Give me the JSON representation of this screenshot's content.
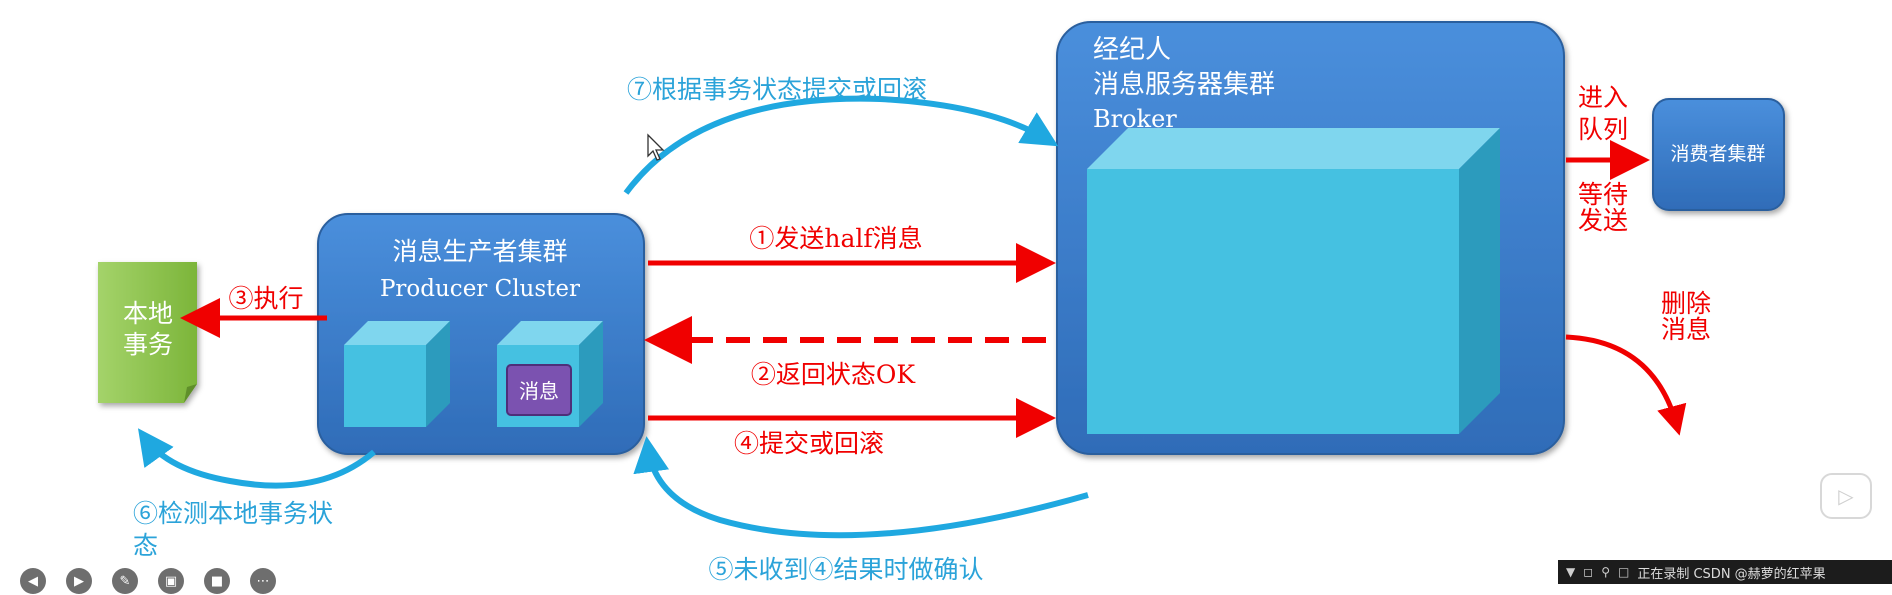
{
  "colors": {
    "red": "#f00000",
    "blue_arrow": "#1fa8e0",
    "label_blue": "#2ba3d9",
    "panel_blue": "#3d7fcf",
    "cube_cyan": "#45c1e1",
    "doc_green": "#8dc63f",
    "msg_purple": "#7b52b0"
  },
  "broker": {
    "line1": "经纪人",
    "line2": "消息服务器集群",
    "line3": "Broker"
  },
  "producer": {
    "line1": "消息生产者集群",
    "line2": "Producer Cluster",
    "message_label": "消息"
  },
  "local_tx": {
    "line1": "本地",
    "line2": "事务"
  },
  "consumer": {
    "label": "消费者集群"
  },
  "queue_labels": {
    "enter_1": "进入",
    "enter_2": "队列",
    "wait_1": "等待",
    "wait_2": "发送",
    "delete_1": "删除",
    "delete_2": "消息"
  },
  "steps": {
    "s1": "①发送half消息",
    "s2": "②返回状态OK",
    "s3": "③执行",
    "s4": "④提交或回滚",
    "s5": "⑤未收到④结果时做确认",
    "s6_line1": "⑥检测本地事务状",
    "s6_line2": "态",
    "s7": "⑦根据事务状态提交或回滚"
  },
  "statusbar": {
    "text": "正在录制 CSDN @赫萝的红苹果"
  },
  "toolbar": {
    "icons": [
      "prev-icon",
      "play-icon",
      "pen-icon",
      "screenshot-icon",
      "camera-icon",
      "more-icon"
    ]
  }
}
